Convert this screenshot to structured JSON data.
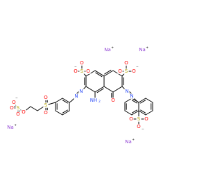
{
  "structure": {
    "bond_color": "#000000",
    "colors": {
      "oxygen": "#ff0d0d",
      "nitrogen": "#3050f8",
      "sulfur": "#b5a600",
      "sodium": "#8f40d4",
      "carbon": "#000000"
    },
    "atom_labels": {
      "sulfonate_s_top_left": "S",
      "sulfonate_o_top_left_a": "O",
      "sulfonate_o_top_left_b": "O",
      "sulfonate_o_top_left_c": "O",
      "sulfonate_s_top_right": "S",
      "sulfonate_o_top_right_a": "O",
      "sulfonate_o_top_right_b": "O",
      "sulfonate_o_top_right_c": "O",
      "amine_n": "NH",
      "amine_h2": "2",
      "ketone_o": "O",
      "azo_n1": "N",
      "azo_n2": "N",
      "azo_n3": "N",
      "azo_n4": "N",
      "sulfone_s": "S",
      "sulfone_o_a": "O",
      "sulfone_o_b": "O",
      "ether_o": "O",
      "sulfate_s": "S",
      "sulfate_o_a": "O",
      "sulfate_o_b": "O",
      "sulfate_o_c": "O",
      "naph_s": "S",
      "naph_o_a": "O",
      "naph_o_b": "O",
      "naph_o_c": "O"
    },
    "counter_ions": {
      "na_top_left": "Na",
      "na_top_right": "Na",
      "na_bottom_left": "Na",
      "na_bottom_right": "Na",
      "charge_plus": "+",
      "charge_minus": "−"
    }
  }
}
